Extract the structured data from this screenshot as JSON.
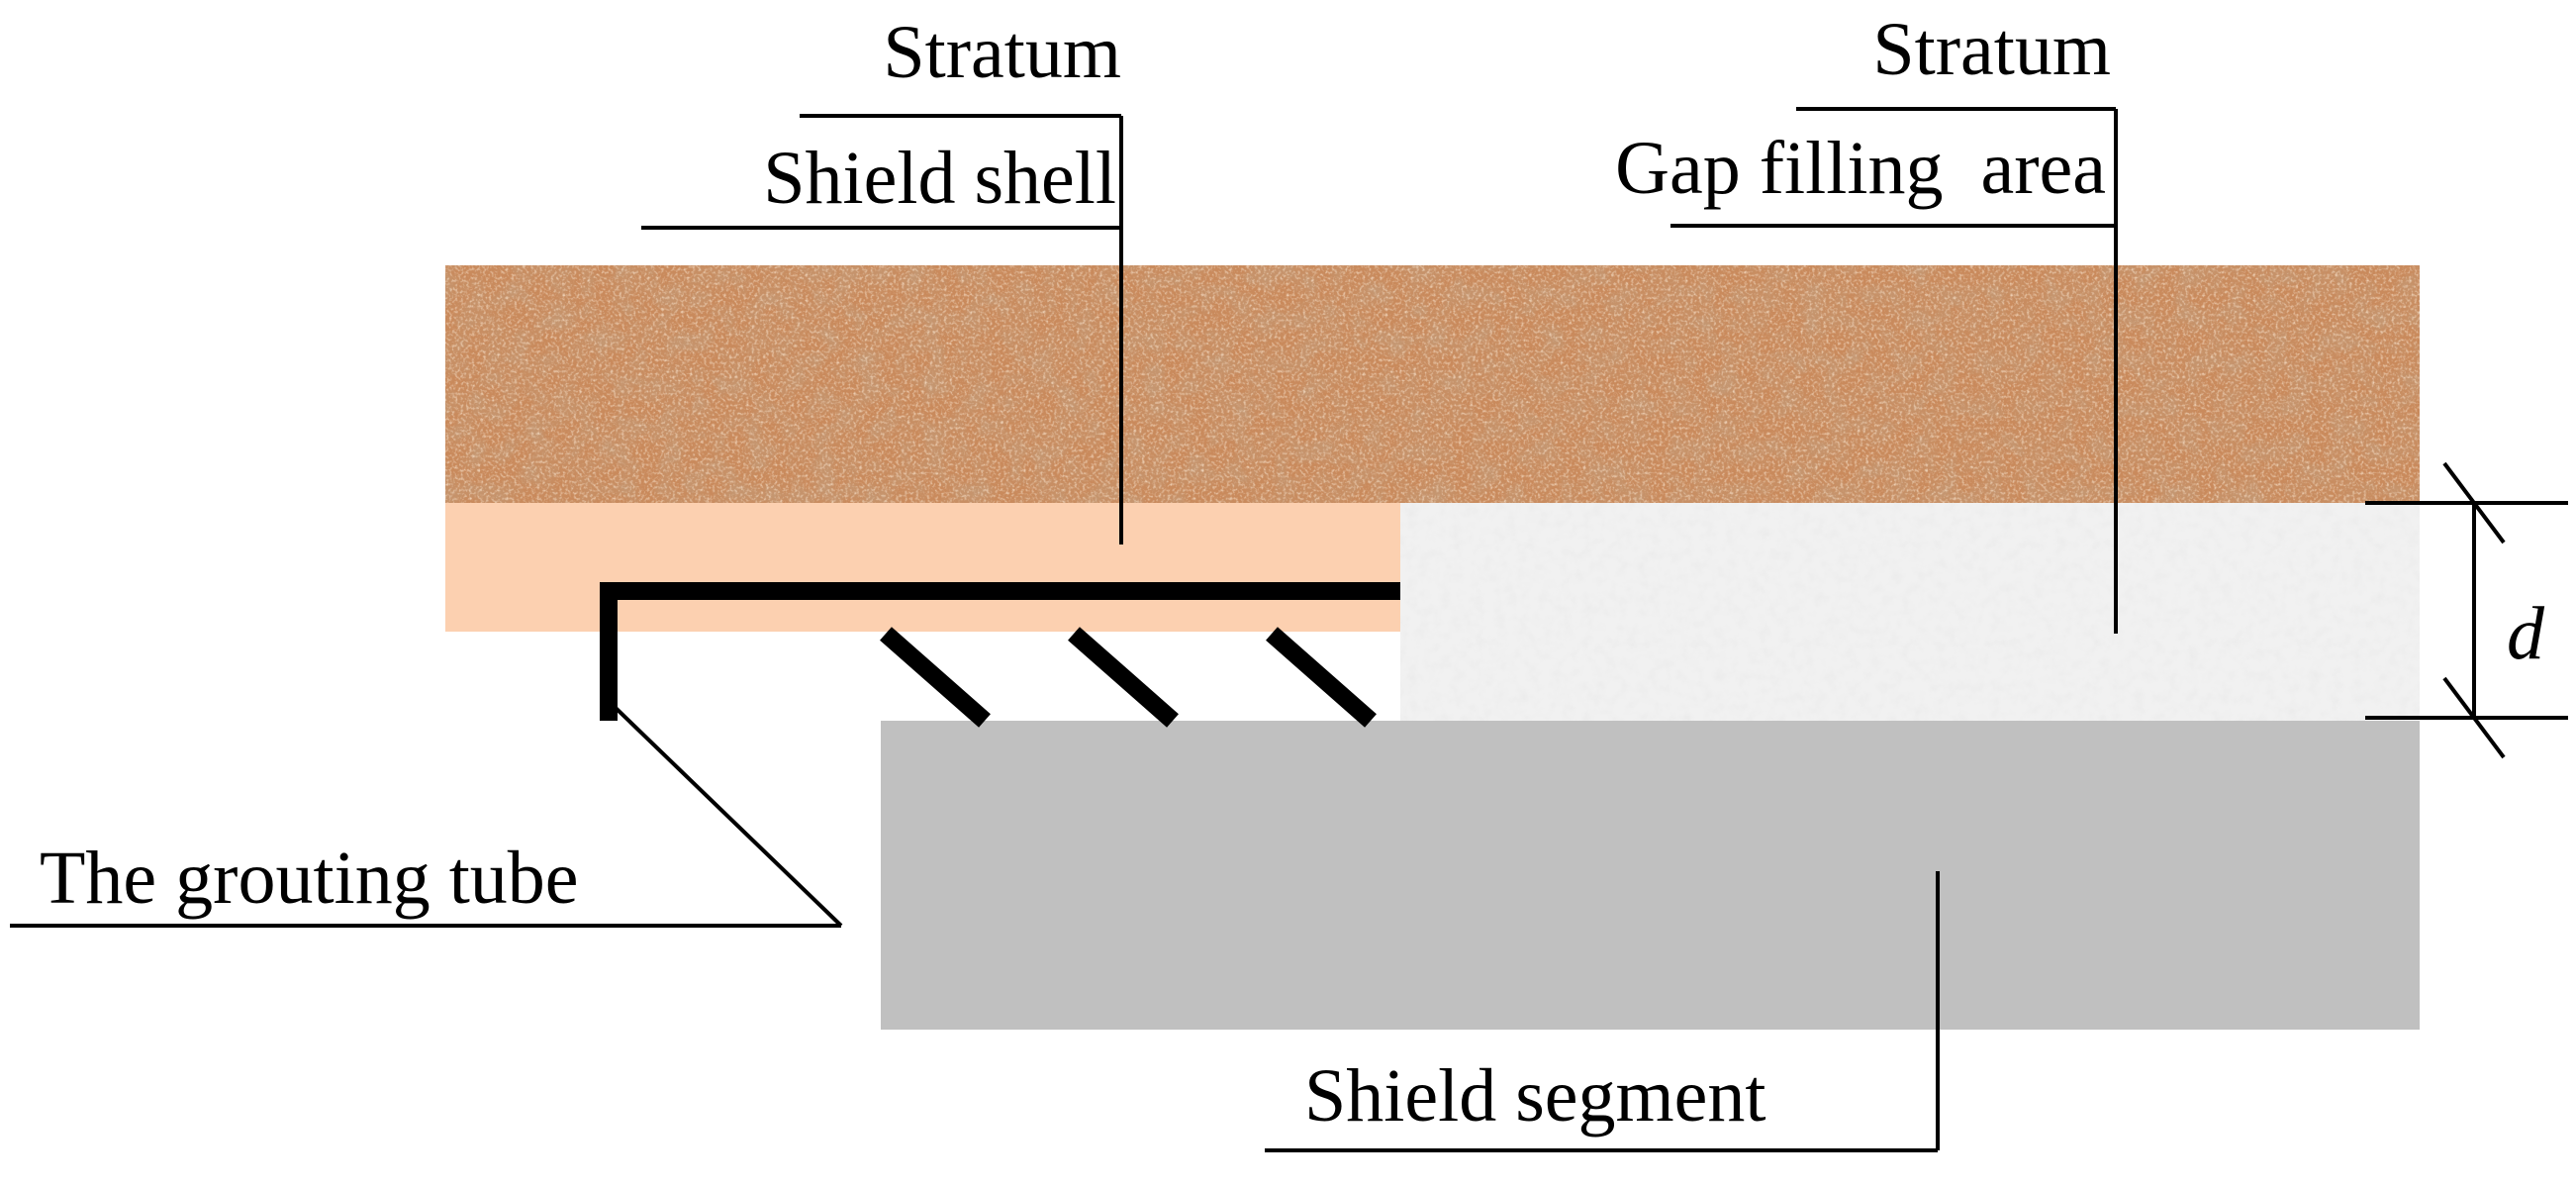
{
  "labels": {
    "stratum_left": "Stratum",
    "shield_shell": "Shield shell",
    "stratum_right": "Stratum",
    "gap_filling_area": "Gap filling  area",
    "grouting_tube": "The grouting tube",
    "shield_segment": "Shield segment",
    "dimension_d": "d"
  },
  "colors": {
    "stratum_base": "#c98a5c",
    "stratum_dark": "#8e5130",
    "stratum_light": "#e8b690",
    "shell_zone": "#fcd0b0",
    "gap_fill": "#f1f1f1",
    "gap_fill_speck": "#d9d9d9",
    "segment": "#c0c0c0",
    "line": "#000000"
  }
}
